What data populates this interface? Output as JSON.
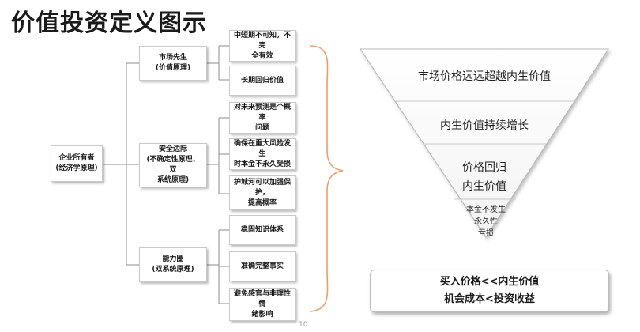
{
  "title": "价值投资定义图示",
  "tree": {
    "root": {
      "line1": "企业所有者",
      "line2": "(经济学原理)"
    },
    "branches": [
      {
        "line1": "市场先生",
        "line2": "(价值原理)"
      },
      {
        "line1": "安全边际",
        "line2": "(不确定性原理、双",
        "line3": "系统原理)"
      },
      {
        "line1": "能力圈",
        "line2": "(双系统原理)"
      }
    ],
    "leaves": [
      {
        "line1": "中短期不可知，不完",
        "line2": "全有效"
      },
      {
        "line1": "长期回归价值"
      },
      {
        "line1": "对未来预测是个概率",
        "line2": "问题"
      },
      {
        "line1": "确保在重大风险发生",
        "line2": "时本金不永久受损"
      },
      {
        "line1": "护城河可以加强保护，",
        "line2": "提高概率"
      },
      {
        "line1": "稳固知识体系"
      },
      {
        "line1": "准确完整事实"
      },
      {
        "line1": "避免感官与非理性情",
        "line2": "绪影响"
      }
    ]
  },
  "pyramid": {
    "level1": "市场价格远远超越内生价值",
    "level2": "内生价值持续增长",
    "level3_line1": "价格回归",
    "level3_line2": "内生价值",
    "level4_line1": "本金不发生",
    "level4_line2": "永久性",
    "level4_line3": "亏损"
  },
  "conclusion": {
    "line1": "买入价格<<内生价值",
    "line2": "机会成本<投资收益"
  },
  "page_number": "10"
}
